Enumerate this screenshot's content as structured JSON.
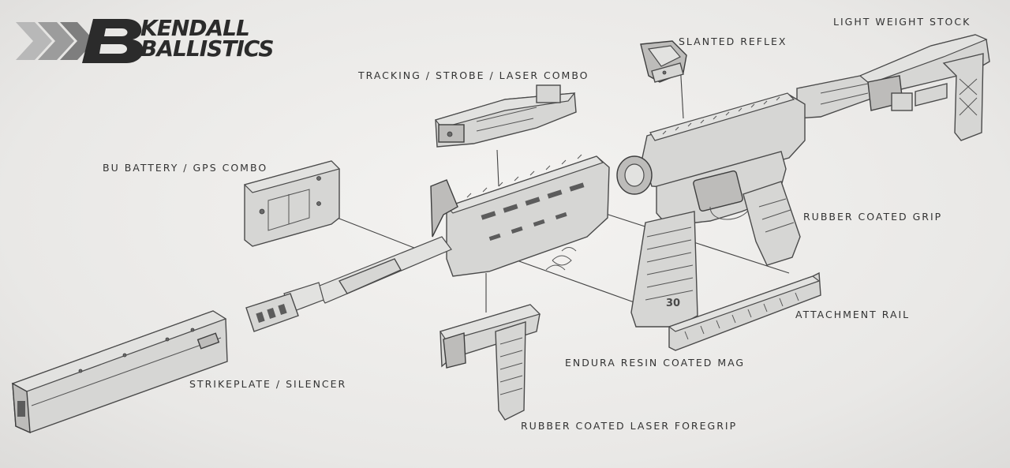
{
  "brand": {
    "name_line1": "KENDALL",
    "name_line2": "BALLISTICS",
    "monogram": "B",
    "chevron_color": "#9a9a9a",
    "ink_color": "#2b2b2b"
  },
  "callouts": {
    "light_weight_stock": "Light Weight Stock",
    "slanted_reflex": "Slanted Reflex",
    "tracking_strobe_laser": "Tracking / Strobe / Laser Combo",
    "bu_battery_gps": "BU Battery / GPS Combo",
    "rubber_coated_grip": "Rubber Coated Grip",
    "attachment_rail": "Attachment Rail",
    "endura_resin_mag": "Endura Resin Coated Mag",
    "strikeplate_silencer": "Strikeplate / Silencer",
    "rubber_coated_laser_foregrip": "Rubber Coated Laser Foregrip"
  },
  "markings": {
    "magazine_mark": "30"
  },
  "colors": {
    "background": "#ecebe9",
    "part_fill": "#d6d6d4",
    "line_ink": "#4a4a4a"
  }
}
